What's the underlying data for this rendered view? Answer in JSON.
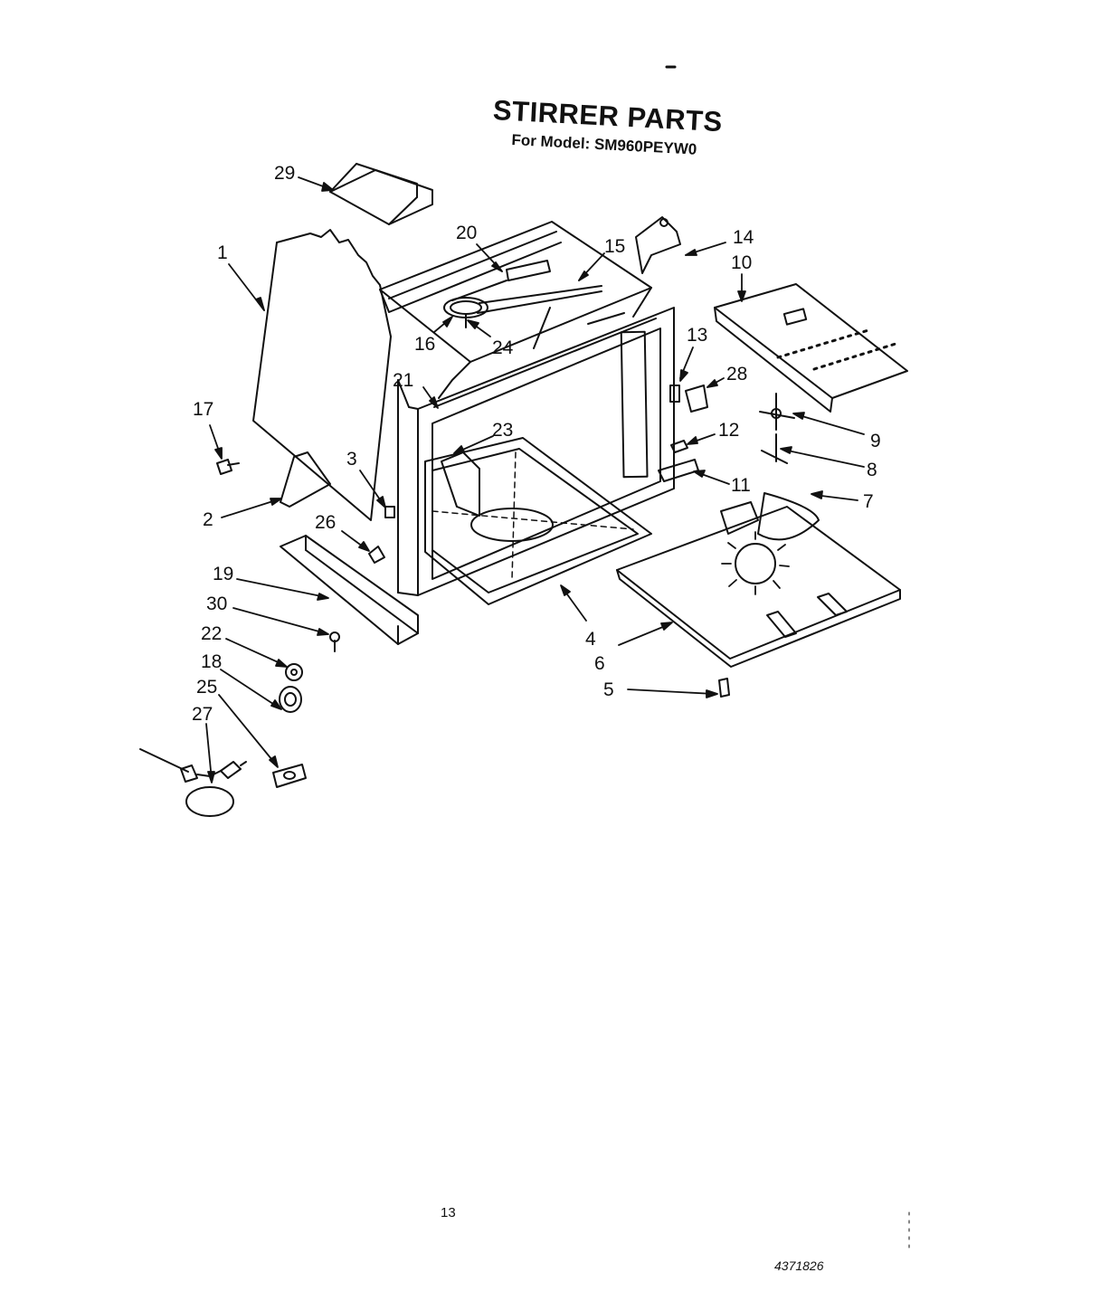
{
  "title": "STIRRER PARTS",
  "subtitle": "For Model: SM960PEYW0",
  "callouts": [
    "1",
    "2",
    "3",
    "4",
    "5",
    "6",
    "7",
    "8",
    "9",
    "10",
    "11",
    "12",
    "13",
    "14",
    "15",
    "16",
    "17",
    "18",
    "19",
    "20",
    "21",
    "22",
    "23",
    "24",
    "25",
    "26",
    "27",
    "28",
    "29",
    "30"
  ],
  "page_number": "13",
  "document_number": "4371826"
}
